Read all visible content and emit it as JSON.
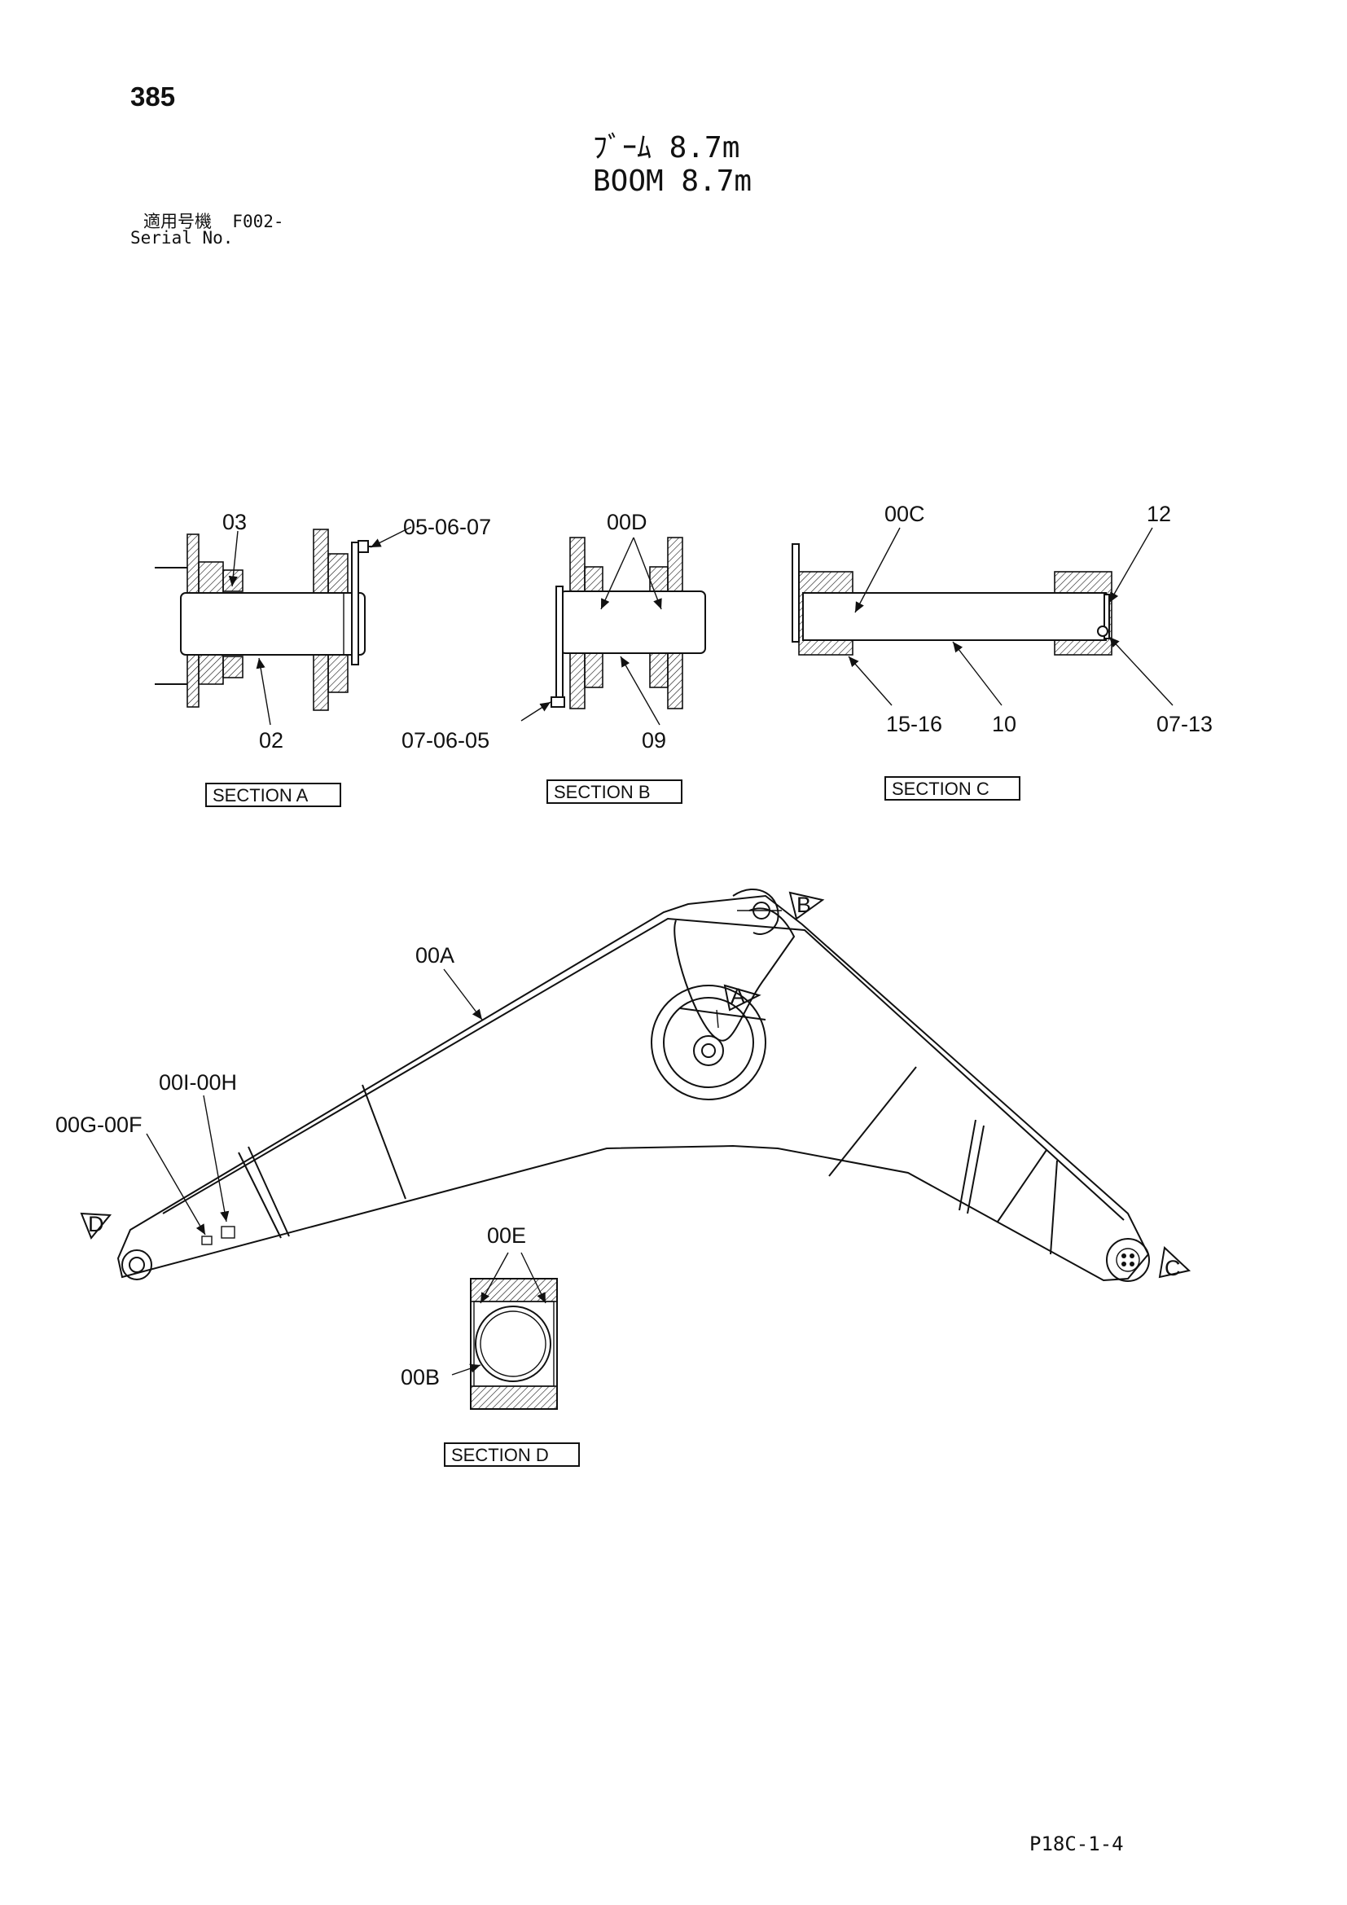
{
  "header": {
    "page_number": "385",
    "title_jp": "ﾌﾞｰﾑ 8.7m",
    "title_en": "BOOM 8.7m",
    "serial_label_jp": "適用号機",
    "serial_value": "F002-",
    "serial_label_en": "Serial No."
  },
  "sections": {
    "a": "SECTION A",
    "b": "SECTION B",
    "c": "SECTION C",
    "d": "SECTION D"
  },
  "callouts": {
    "p03": "03",
    "p05_06_07": "05-06-07",
    "p02": "02",
    "p00d": "00D",
    "p07_06_05": "07-06-05",
    "p09": "09",
    "p00c": "00C",
    "p12": "12",
    "p15_16": "15-16",
    "p10": "10",
    "p07_13": "07-13",
    "p00a": "00A",
    "p00i_00h": "00I-00H",
    "p00g_00f": "00G-00F",
    "p00e": "00E",
    "p00b": "00B"
  },
  "view_markers": {
    "a": "A",
    "b": "B",
    "c": "C",
    "d": "D"
  },
  "footer": {
    "page_code": "P18C-1-4"
  }
}
